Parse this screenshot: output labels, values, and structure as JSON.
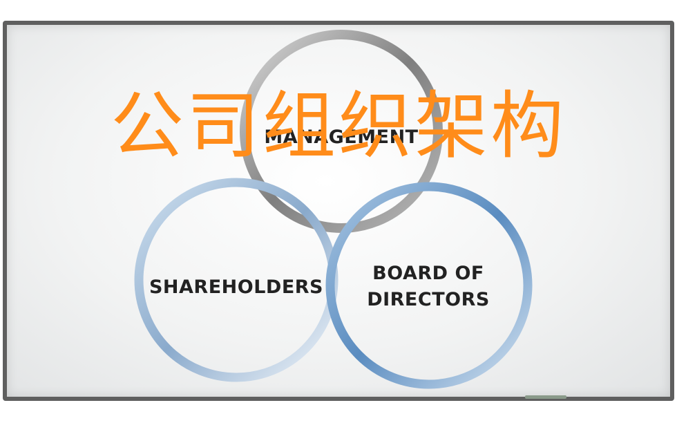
{
  "title": "公司组织架构",
  "diagram": {
    "circles": [
      {
        "label": "MANAGEMENT",
        "color": "#8c8c8c"
      },
      {
        "label": "SHAREHOLDERS",
        "color": "#7f9fc2"
      },
      {
        "label_lines": [
          "BOARD OF",
          "DIRECTORS"
        ],
        "color": "#5f8fc2"
      }
    ]
  },
  "colors": {
    "title": "#ff8c1a",
    "board_frame": "#5f5f5f",
    "text": "#222222"
  }
}
